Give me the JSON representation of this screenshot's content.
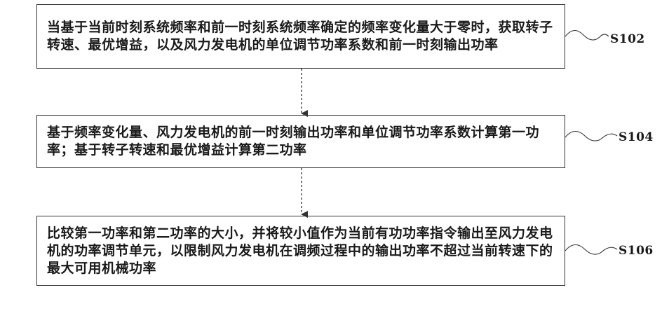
{
  "steps": [
    {
      "id": "S102",
      "label": "S102",
      "text": "当基于当前时刻系统频率和前一时刻系统频率确定的频率变化量大于零时，获取转子转速、最优增益，以及风力发电机的单位调节功率系数和前一时刻输出功率"
    },
    {
      "id": "S104",
      "label": "S104",
      "text": "基于频率变化量、风力发电机的前一时刻输出功率和单位调节功率系数计算第一功率；基于转子转速和最优增益计算第二功率"
    },
    {
      "id": "S106",
      "label": "S106",
      "text": "比较第一功率和第二功率的大小，并将较小值作为当前有功功率指令输出至风力发电机的功率调节单元，以限制风力发电机在调频过程中的输出功率不超过当前转速下的最大可用机械功率"
    }
  ],
  "colors": {
    "stroke": "#333333",
    "text": "#1a1a1a",
    "background": "#ffffff"
  }
}
